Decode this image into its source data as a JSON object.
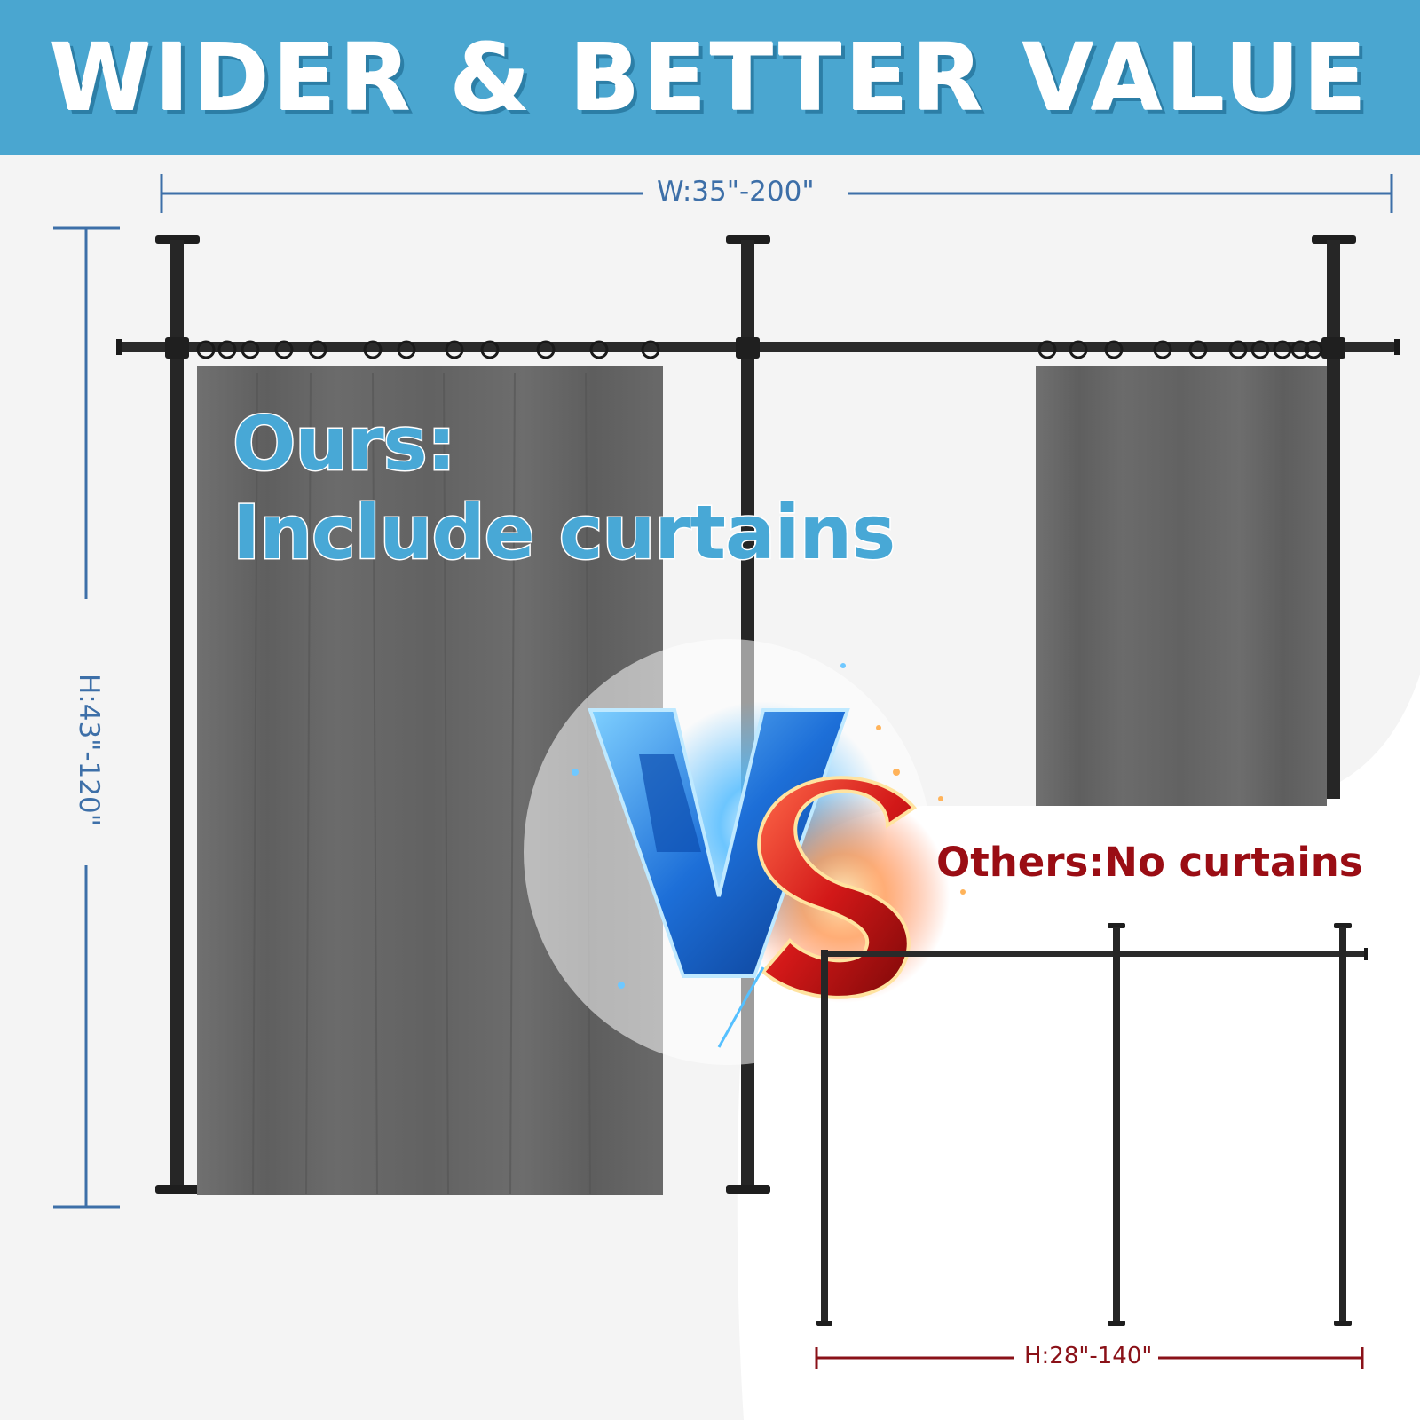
{
  "banner": {
    "title": "WIDER & BETTER VALUE"
  },
  "dimensions": {
    "width_label": "W:35\"-200\"",
    "height_label": "H:43\"-120\"",
    "others_label": "H:28\"-140\""
  },
  "labels": {
    "ours_line1": "Ours:",
    "ours_line2": "Include curtains",
    "others": "Others:No curtains"
  },
  "icons": {
    "versus": "vs-emblem-icon"
  },
  "colors": {
    "banner": "#4aa6d0",
    "ours_text": "#48a8d6",
    "others_text": "#9a0d14",
    "dimension_lines": "#3d6fa8",
    "curtain": "#6a6a6a",
    "rod": "#222222"
  }
}
